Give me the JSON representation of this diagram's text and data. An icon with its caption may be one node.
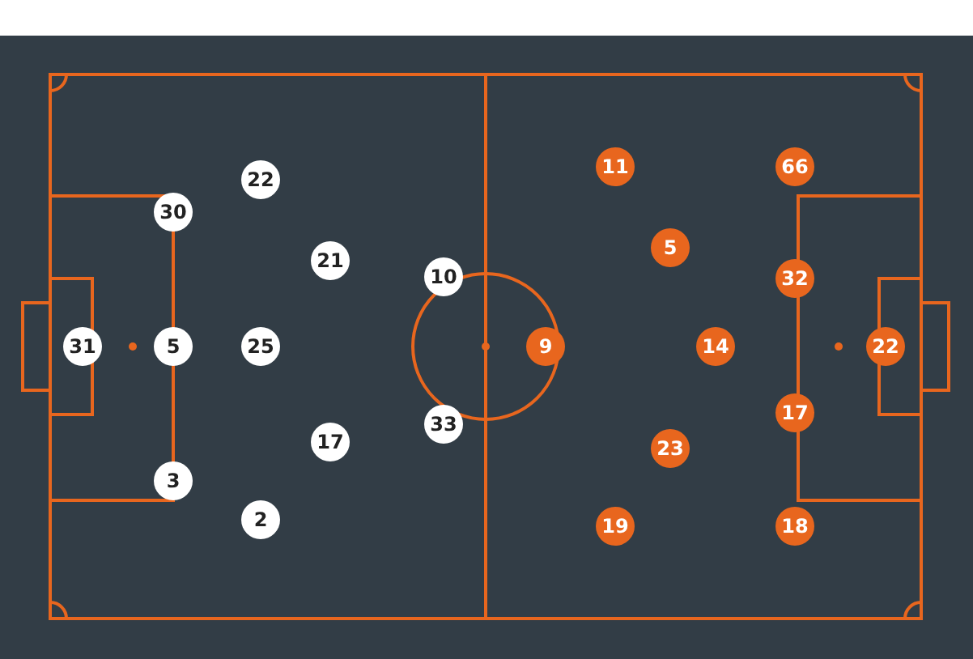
{
  "diagram": {
    "nodes": [
      {
        "text": [
          "31"
        ]
      },
      {
        "text": [
          "5"
        ]
      },
      {
        "text": [
          "30"
        ]
      },
      {
        "text": [
          "3"
        ]
      },
      {
        "text": [
          "22"
        ]
      },
      {
        "text": [
          "25"
        ]
      },
      {
        "text": [
          "2"
        ]
      },
      {
        "text": [
          "21"
        ]
      },
      {
        "text": [
          "17"
        ]
      },
      {
        "text": [
          "10"
        ]
      },
      {
        "text": [
          "33"
        ]
      },
      {
        "text": [
          "9"
        ]
      },
      {
        "text": [
          "11"
        ]
      },
      {
        "text": [
          "19"
        ]
      },
      {
        "text": [
          "5"
        ]
      },
      {
        "text": [
          "14"
        ]
      },
      {
        "text": [
          "23"
        ]
      },
      {
        "text": [
          "66"
        ]
      },
      {
        "text": [
          "32"
        ]
      },
      {
        "text": [
          "17"
        ]
      },
      {
        "text": [
          "18"
        ]
      },
      {
        "text": [
          "22"
        ]
      }
    ]
  }
}
